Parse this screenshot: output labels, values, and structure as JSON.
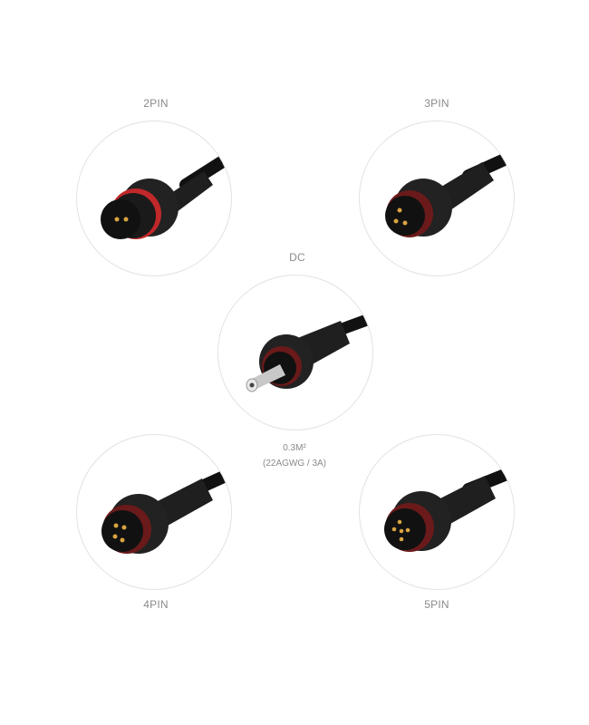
{
  "connectors": [
    {
      "id": "2pin",
      "label": "2PIN",
      "pins": 2
    },
    {
      "id": "3pin",
      "label": "3PIN",
      "pins": 3
    },
    {
      "id": "dc",
      "label": "DC",
      "pins": 0
    },
    {
      "id": "4pin",
      "label": "4PIN",
      "pins": 4
    },
    {
      "id": "5pin",
      "label": "5PIN",
      "pins": 5
    }
  ],
  "spec": {
    "line1": "0.3M²",
    "line2": "(22AGWG / 3A)"
  },
  "colors": {
    "body": "#1a1a1a",
    "seal": "#c0282a",
    "pin": "#d9a441",
    "border": "#e2e2e2",
    "label": "#8a8a8a"
  }
}
